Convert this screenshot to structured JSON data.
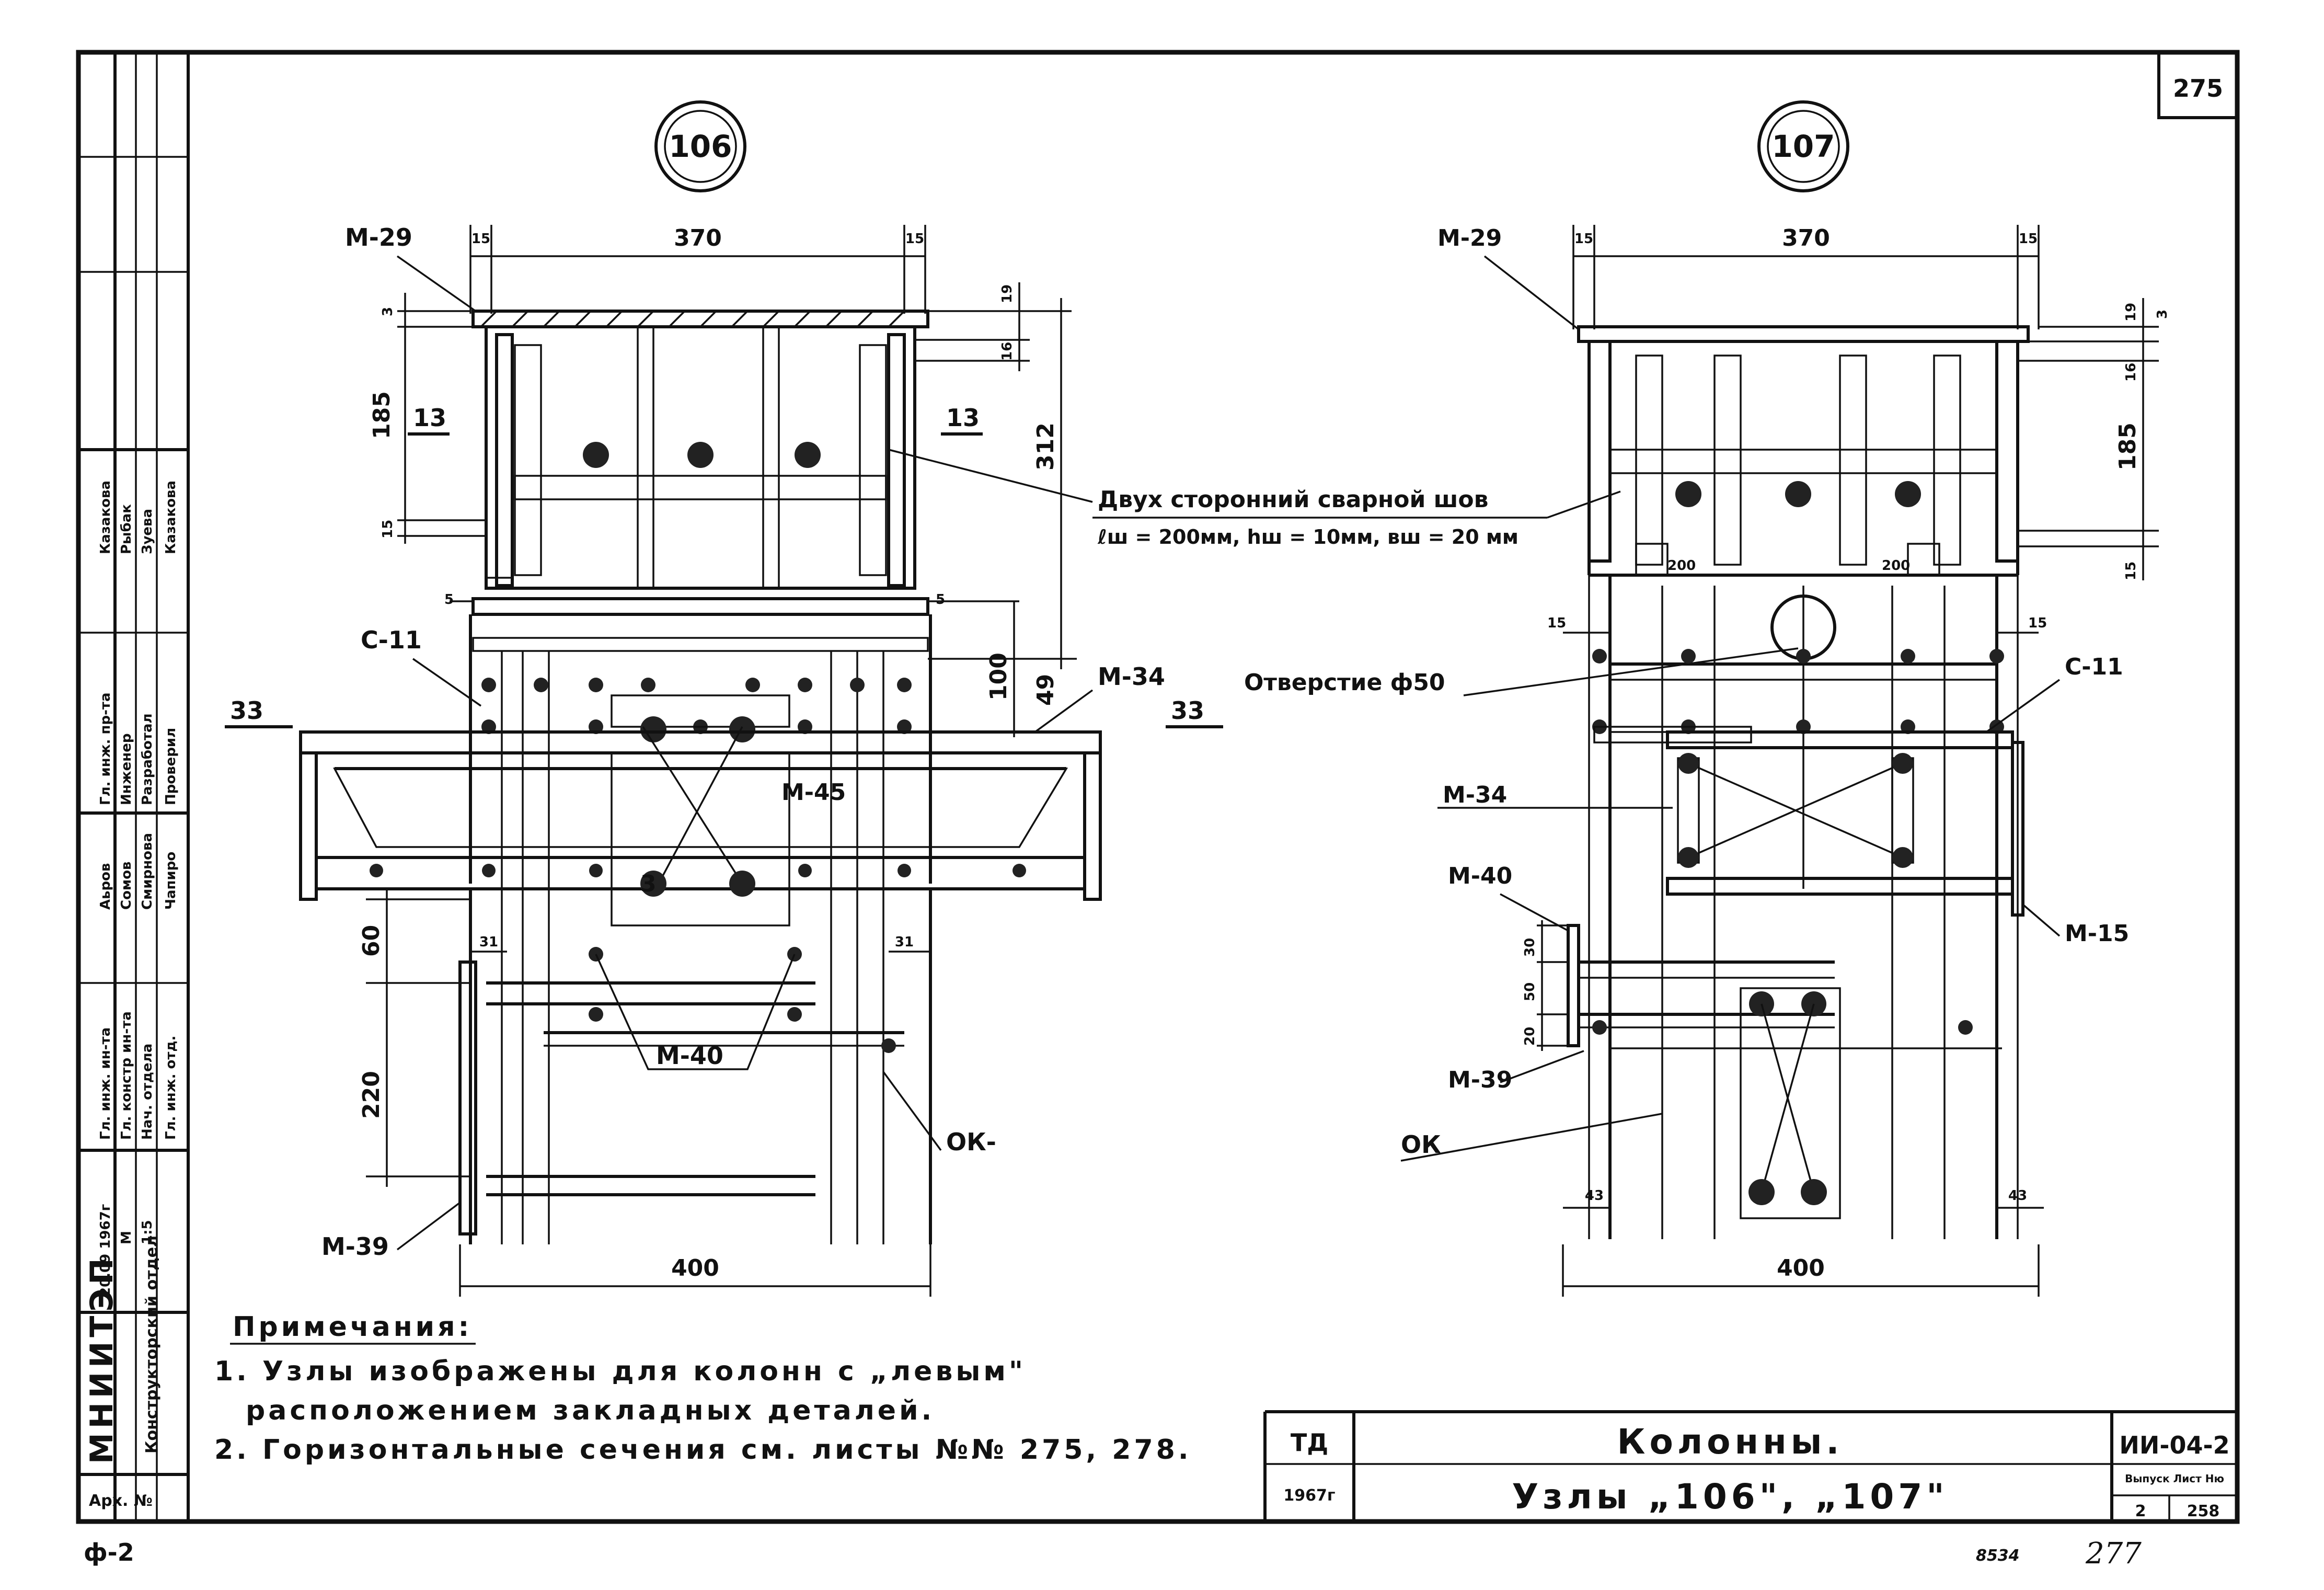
{
  "sheet": {
    "number": "275",
    "bottom_left_code": "ф-2",
    "bottom_right_small": "8534",
    "bottom_right_handwritten": "277"
  },
  "nodes": {
    "left": {
      "id": "106",
      "dims": {
        "top_total": "370",
        "top_left": "15",
        "top_right": "15",
        "left_top": "3",
        "left_height": "185",
        "left_low": "15",
        "right_19": "19",
        "right_16": "16",
        "right_312": "312",
        "gap_left": "5",
        "gap_right": "5",
        "right_100": "100",
        "right_49": "49",
        "left_60": "60",
        "left_31": "31",
        "right_31": "31",
        "left_220": "220",
        "bottom_400": "400"
      },
      "labels": {
        "m29": "М-29",
        "c11": "С-11",
        "m34": "М-34",
        "m45": "М-45",
        "m40": "М-40",
        "m39": "М-39",
        "ok": "ОК-",
        "sec13_left": "13",
        "sec13_right": "13",
        "sec33_left": "33",
        "sec33_right": "33",
        "small3": "3"
      }
    },
    "right": {
      "id": "107",
      "dims": {
        "top_total": "370",
        "top_left": "15",
        "top_right": "15",
        "right_19": "19",
        "right_3": "3",
        "right_16": "16",
        "right_185": "185",
        "right_15": "15",
        "inner_200_left": "200",
        "inner_200_right": "200",
        "side_15_left": "15",
        "side_15_right": "15",
        "left_30": "30",
        "left_50": "50",
        "left_20": "20",
        "bottom_43_left": "43",
        "bottom_43_right": "43",
        "bottom_400": "400"
      },
      "labels": {
        "m29": "М-29",
        "c11": "С-11",
        "m34": "М-34",
        "m40": "М-40",
        "m15": "М-15",
        "m39": "М-39",
        "ok": "ОК"
      }
    }
  },
  "weld_note": {
    "line1": "Двух сторонний сварной шов",
    "line2": "ℓш = 200мм, hш = 10мм, вш = 20 мм"
  },
  "hole_note": "Отверстие ф50",
  "notes": {
    "heading": "Примечания:",
    "item1_line1": "1. Узлы изображены для колонн с „левым\"",
    "item1_line2": "расположением закладных деталей.",
    "item2": "2. Горизонтальные сечения см. листы №№ 275, 278."
  },
  "title_block": {
    "td": "ТД",
    "year": "1967г",
    "title_top": "Колонны.",
    "title_bottom": "Узлы „106\", „107\"",
    "code": "ИИ-04-2",
    "issue_header": "Выпуск Лист Ню",
    "issue": "2",
    "sheet_no": "258"
  },
  "side_stamp": {
    "org": "МНИИТЭП",
    "dept": "Конструкторский отдел",
    "arch_label": "Арх. №",
    "date": "20.09 1967г",
    "m_label": "М",
    "scale": "1:5",
    "roles_left": [
      "Гл. инж. ин-та",
      "Гл. констр ин-та",
      "Нач. отдела",
      "Гл. инж. отд."
    ],
    "names_left": [
      "Аьров",
      "Сомов",
      "Смирнова",
      "Чапиро"
    ],
    "roles_right": [
      "Гл. инж. пр-та",
      "Инженер",
      "Разработал",
      "Проверил"
    ],
    "names_right": [
      "Казакова",
      "Рыбак",
      "Зуева",
      "Казакова"
    ]
  }
}
